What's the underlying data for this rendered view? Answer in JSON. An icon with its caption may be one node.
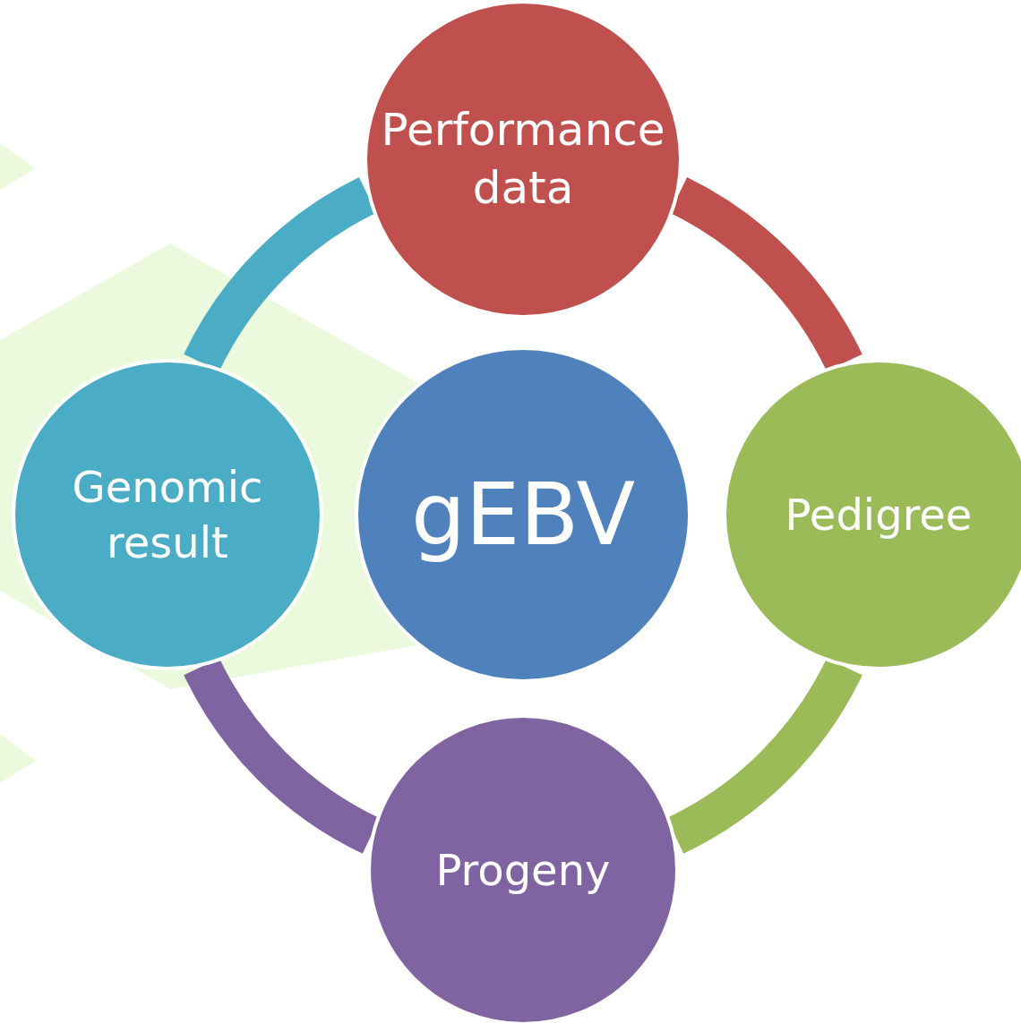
{
  "diagram": {
    "nodes": [
      {
        "text": [
          "Performance data"
        ]
      },
      {
        "text": [
          "Pedigree"
        ]
      },
      {
        "text": [
          "Progeny"
        ]
      },
      {
        "text": [
          "Genomic result"
        ]
      },
      {
        "text": [
          "gEBV"
        ]
      }
    ],
    "edges": [
      {
        "from": 0,
        "to": 1,
        "arrow": "none",
        "color": "#c0504d"
      },
      {
        "from": 1,
        "to": 2,
        "arrow": "none",
        "color": "#9bbb59"
      },
      {
        "from": 2,
        "to": 3,
        "arrow": "none",
        "color": "#8064a2"
      },
      {
        "from": 3,
        "to": 0,
        "arrow": "none",
        "color": "#4bacc6"
      }
    ]
  }
}
